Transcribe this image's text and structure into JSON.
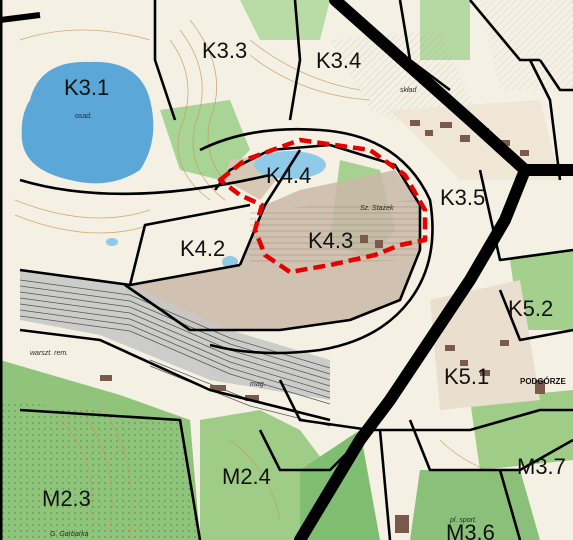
{
  "zones": [
    {
      "id": "k31",
      "label": "K3.1"
    },
    {
      "id": "k33",
      "label": "K3.3"
    },
    {
      "id": "k34",
      "label": "K3.4"
    },
    {
      "id": "k35",
      "label": "K3.5"
    },
    {
      "id": "k44",
      "label": "K4.4"
    },
    {
      "id": "k42",
      "label": "K4.2"
    },
    {
      "id": "k43",
      "label": "K4.3"
    },
    {
      "id": "k52",
      "label": "K5.2"
    },
    {
      "id": "k51",
      "label": "K5.1"
    },
    {
      "id": "m23",
      "label": "M2.3"
    },
    {
      "id": "m24",
      "label": "M2.4"
    },
    {
      "id": "m37",
      "label": "M3.7"
    },
    {
      "id": "m36",
      "label": "M3.6"
    }
  ],
  "place_labels": {
    "osad": "osad.",
    "podgorze": "PODGÓRZE",
    "warszt": "warszt. rem.",
    "mag": "mag.",
    "sklad": "skład",
    "sz_stazek": "Sz. Stażek",
    "garbarka": "G. Garbarka",
    "pl_sport": "pl. sport."
  },
  "colors": {
    "background": "#f4f0e4",
    "water": "#5ba7d8",
    "forest": "#8fc47a",
    "forest_dark": "#5fae6a",
    "built": "#c9b8a8",
    "highlight": "#e60000",
    "boundary": "#000000"
  }
}
